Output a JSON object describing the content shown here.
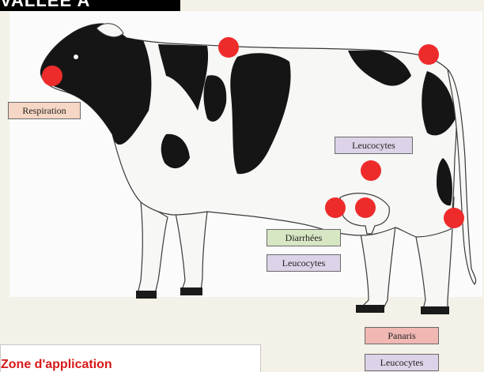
{
  "header": {
    "title": "VALLEE A"
  },
  "labels": {
    "respiration": "Respiration",
    "leucocytes_top": "Leucocytes",
    "diarrhees": "Diarrhées",
    "leucocytes_mid": "Leucocytes",
    "panaris": "Panaris",
    "leucocytes_bottom": "Leucocytes"
  },
  "zone": {
    "title": "Zone d'application"
  },
  "colors": {
    "dot": "#ee2b2b",
    "respiration_bg": "#f6d6c4",
    "leucocytes_bg": "#ddd3e8",
    "diarrhees_bg": "#d7e6c3",
    "panaris_bg": "#f0b7b3",
    "zone_title": "#d81818"
  }
}
